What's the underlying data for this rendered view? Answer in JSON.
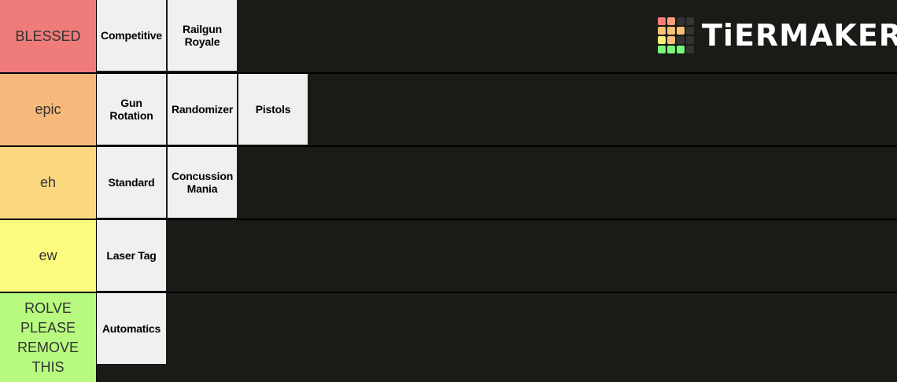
{
  "brand": {
    "name": "TiERMAKER",
    "grid_colors": [
      "#f87a7a",
      "#f8a07a",
      "#333333",
      "#333333",
      "#fbbf78",
      "#fbbf78",
      "#fbbf78",
      "#333333",
      "#f8f07a",
      "#fbbf78",
      "#333333",
      "#333333",
      "#7af87a",
      "#7af87a",
      "#7af87a",
      "#333333"
    ]
  },
  "tiers": [
    {
      "label": "BLESSED",
      "color": "#f07b7b",
      "items": [
        {
          "label": "Competitive"
        },
        {
          "label": "Railgun\nRoyale"
        }
      ]
    },
    {
      "label": "epic",
      "color": "#f7b97b",
      "items": [
        {
          "label": "Gun\nRotation"
        },
        {
          "label": "Randomizer"
        },
        {
          "label": "Pistols"
        }
      ]
    },
    {
      "label": "eh",
      "color": "#fbd77f",
      "items": [
        {
          "label": "Standard"
        },
        {
          "label": "Concussion\nMania"
        }
      ]
    },
    {
      "label": "ew",
      "color": "#fbfc7f",
      "items": [
        {
          "label": "Laser Tag"
        }
      ]
    },
    {
      "label": "ROLVE\nPLEASE\nREMOVE\nTHIS",
      "color": "#b7fa7f",
      "items": [
        {
          "label": "Automatics"
        }
      ]
    }
  ]
}
